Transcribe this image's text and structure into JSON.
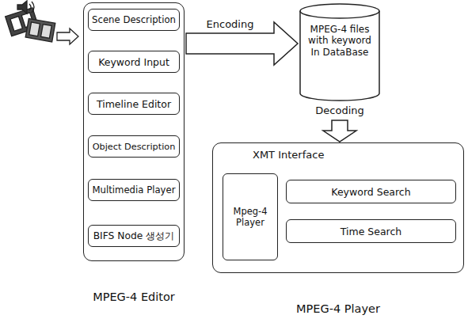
{
  "diagram": {
    "nodes": [
      {
        "text": [
          "MPEG-4 Editor"
        ]
      },
      {
        "text": [
          "Scene Description"
        ],
        "in": 0
      },
      {
        "text": [
          "Keyword Input"
        ],
        "in": 0
      },
      {
        "text": [
          "Timeline Editor"
        ],
        "in": 0
      },
      {
        "text": [
          "Object Description"
        ],
        "in": 0
      },
      {
        "text": [
          "Multimedia Player"
        ],
        "in": 0
      },
      {
        "text": [
          "BIFS Node 생성기"
        ],
        "in": 0
      },
      {
        "text": [
          "MPEG-4 files with keyword In DataBase"
        ]
      },
      {
        "text": [
          "XMT Interface",
          "MPEG-4 Player"
        ]
      },
      {
        "text": [
          "Mpeg-4 Player"
        ],
        "in": 8
      },
      {
        "text": [
          "Keyword Search"
        ],
        "in": 8
      },
      {
        "text": [
          "Time Search"
        ],
        "in": 8
      }
    ],
    "edges": [
      {
        "from": 0,
        "to": 7,
        "label": "Encoding",
        "arrow": "to"
      },
      {
        "from": 7,
        "to": 8,
        "label": "Decoding",
        "arrow": "to"
      }
    ]
  }
}
